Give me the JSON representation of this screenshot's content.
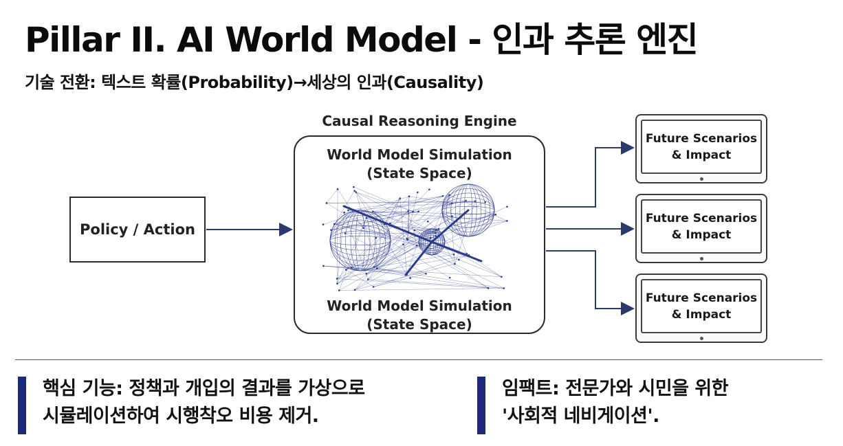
{
  "title": "Pillar II. AI World Model - 인과 추론 엔진",
  "subtitle": "기술 전환: 텍스트 확률(Probability)→세상의 인과(Causality)",
  "diagram": {
    "input_label": "Policy / Action",
    "engine_title": "Causal Reasoning Engine",
    "simulation_label_top": {
      "line1": "World Model Simulation",
      "line2": "(State Space)"
    },
    "simulation_label_bottom": {
      "line1": "World Model Simulation",
      "line2": "(State Space)"
    },
    "outputs": [
      {
        "line1": "Future Scenarios",
        "line2": "& Impact"
      },
      {
        "line1": "Future Scenarios",
        "line2": "& Impact"
      },
      {
        "line1": "Future Scenarios",
        "line2": "& Impact"
      }
    ],
    "line_color": "#2a2a2a",
    "network_color": "#2c3a8a"
  },
  "callouts": [
    {
      "line1": "핵심 기능: 정책과 개입의 결과를 가상으로",
      "line2": "시뮬레이션하여 시행착오 비용 제거."
    },
    {
      "line1": "임팩트: 전문가와 시민을 위한",
      "line2": "'사회적 네비게이션'."
    }
  ],
  "accent_color": "#1c2a78"
}
